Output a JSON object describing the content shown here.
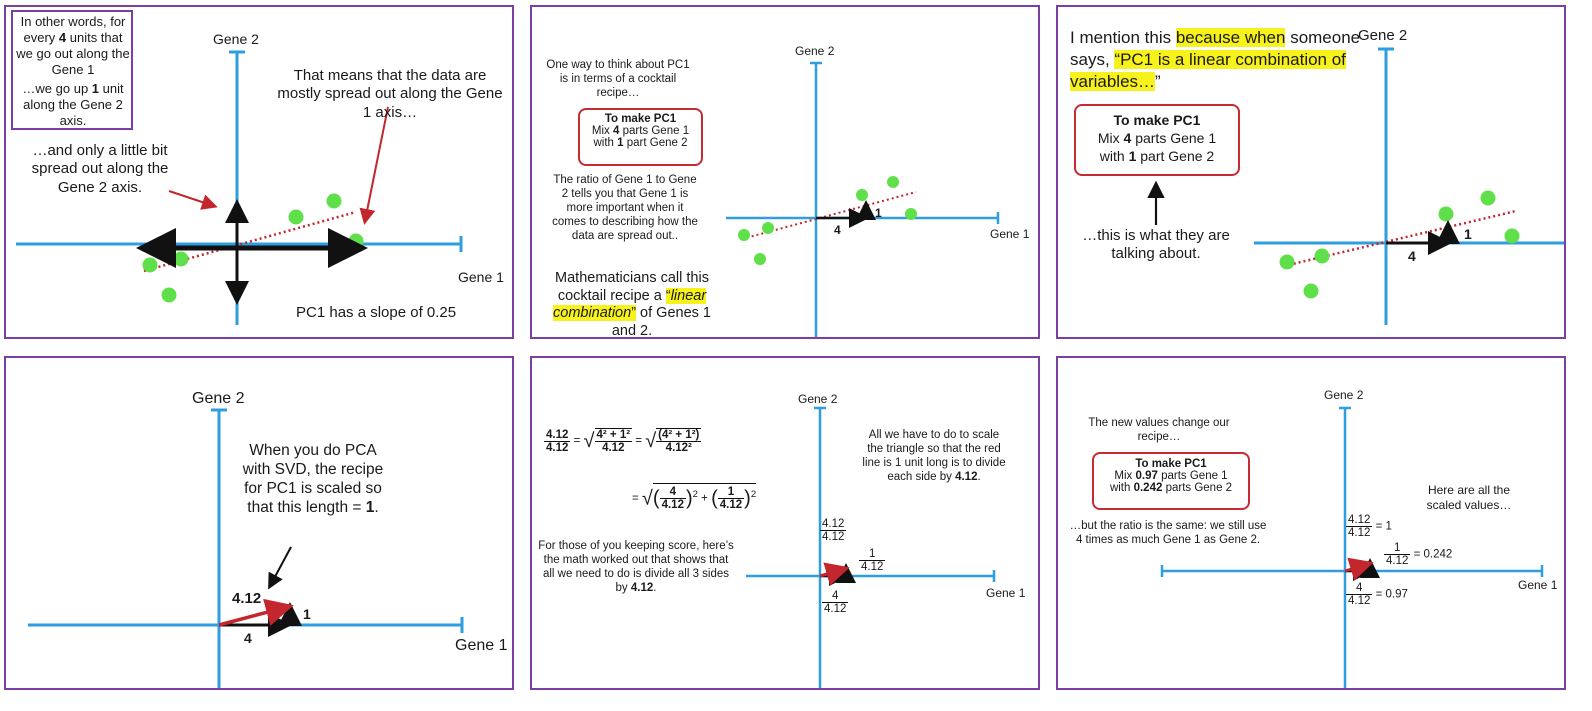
{
  "colors": {
    "axis": "#2e9ee0",
    "dot": "#5fe04a",
    "pc": "#c4262e",
    "arrow": "#111111",
    "frame": "#7a3fa0",
    "highlight": "#f7f21b"
  },
  "p1": {
    "gene1": "Gene 1",
    "gene2": "Gene 2",
    "box_a1": "In other words, for every ",
    "box_a2": "4",
    "box_a3": " units that we go out along the Gene 1",
    "box_b1": "…we go up ",
    "box_b2": "1",
    "box_b3": " unit along the Gene 2 axis.",
    "spread": "That means that the data are mostly spread out along the Gene 1 axis…",
    "little": "…and only a little bit spread out along the Gene 2 axis.",
    "slope": "PC1 has a slope of 0.25"
  },
  "p2": {
    "gene1": "Gene 1",
    "gene2": "Gene 2",
    "intro": "One way to think about PC1 is in terms of a cocktail recipe…",
    "recipe_title": "To make PC1",
    "r1a": "Mix ",
    "r1b": "4",
    "r1c": " parts Gene 1",
    "r2a": "with ",
    "r2b": "1",
    "r2c": " part Gene 2",
    "ratio": "The ratio of Gene 1 to Gene 2 tells you that Gene 1 is more important when it comes to describing how the data are spread out..",
    "math1": "Mathematicians call this cocktail recipe a ",
    "math_q1": "“",
    "math_hl": "linear combination",
    "math_q2": "”",
    "math2": " of Genes 1 and 2.",
    "lbl4": "4",
    "lbl1": "1"
  },
  "p3": {
    "mention1": "I mention this ",
    "mention_hl1": "because when",
    "mention2": " someone says, ",
    "mention_hl2": "“PC1 is a linear combination of variables…",
    "mention3": "”",
    "recipe_title": "To make PC1",
    "r1a": "Mix ",
    "r1b": "4",
    "r1c": " parts Gene 1",
    "r2a": "with ",
    "r2b": "1",
    "r2c": " part Gene 2",
    "talking": "…this is what they are talking about.",
    "gene2": "Gene 2",
    "lbl4": "4",
    "lbl1": "1"
  },
  "p4": {
    "gene1": "Gene 1",
    "gene2": "Gene 2",
    "svd1": "When you do PCA with SVD, the recipe for PC1 is scaled so that this length = ",
    "svd_b": "1",
    "svd2": ".",
    "hyp": "4.12",
    "lbl4": "4",
    "lbl1": "1"
  },
  "p5": {
    "gene1": "Gene 1",
    "gene2": "Gene 2",
    "eq_lhs_n": "4.12",
    "eq_lhs_d": "4.12",
    "eq": "=",
    "eq_r1_n": "4² + 1²",
    "eq_r1_d": "4.12",
    "eq_r2_n": "(4² + 1²)",
    "eq_r2_d": "4.12²",
    "eq2_a_n": "4",
    "eq2_a_d": "4.12",
    "eq2_b_n": "1",
    "eq2_b_d": "4.12",
    "sup2": "2",
    "plus": "+",
    "score1": "For those of you keeping score, here’s the math worked out that shows that all we need to do is divide all 3 sides by ",
    "score_b": "4.12",
    "score2": ".",
    "scale1": "All we have to do to scale the triangle so that the red line is 1 unit long is to divide each side by ",
    "scale_b": "4.12",
    "scale2": ".",
    "f_hyp_n": "4.12",
    "f_hyp_d": "4.12",
    "f_1_n": "1",
    "f_1_d": "4.12",
    "f_4_n": "4",
    "f_4_d": "4.12"
  },
  "p6": {
    "gene1": "Gene 1",
    "gene2": "Gene 2",
    "newvals": "The new values change our recipe…",
    "recipe_title": "To make PC1",
    "r1a": "Mix ",
    "r1b": "0.97",
    "r1c": " parts Gene 1",
    "r2a": "with ",
    "r2b": "0.242",
    "r2c": " parts Gene 2",
    "ratio": "…but the ratio is the same: we still use 4 times as much Gene 1 as Gene 2.",
    "scaled": "Here are all the scaled values…",
    "f_hyp_n": "4.12",
    "f_hyp_d": "4.12",
    "v_hyp": "= 1",
    "f_1_n": "1",
    "f_1_d": "4.12",
    "v_1": "= 0.242",
    "f_4_n": "4",
    "f_4_d": "4.12",
    "v_4": "= 0.97"
  }
}
